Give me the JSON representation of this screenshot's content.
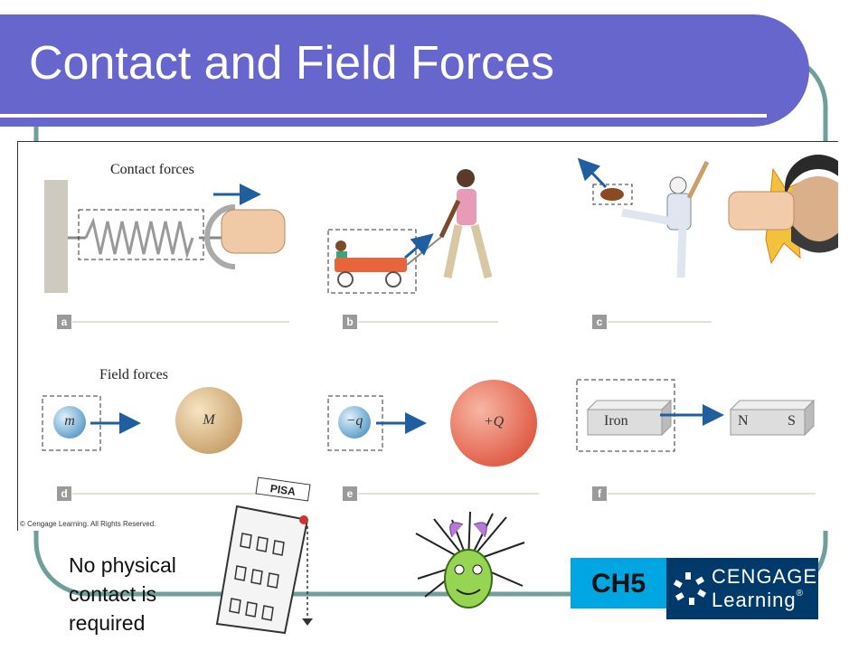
{
  "slide": {
    "title": "Contact and Field Forces",
    "note": "No physical contact is required"
  },
  "figure": {
    "contact_label": "Contact forces",
    "field_label": "Field forces",
    "panels": [
      "a",
      "b",
      "c",
      "d",
      "e",
      "f"
    ],
    "d": {
      "small_mass": "m",
      "large_mass": "M"
    },
    "e": {
      "small_charge": "−q",
      "large_charge": "+Q"
    },
    "f": {
      "iron_label": "Iron",
      "north": "N",
      "south": "S"
    },
    "sign": "PISA",
    "copyright": "© Cengage Learning. All Rights Reserved."
  },
  "branding": {
    "chapter": "CH5",
    "publisher_line1": "CENGAGE",
    "publisher_line2": "Learning",
    "trademark": "®"
  },
  "colors": {
    "title_bar": "#6666cc",
    "frame": "#6f9f9a",
    "arrow": "#1f5fa0",
    "chapter_box": "#00a6e2",
    "logo_bg": "#003a6a"
  }
}
